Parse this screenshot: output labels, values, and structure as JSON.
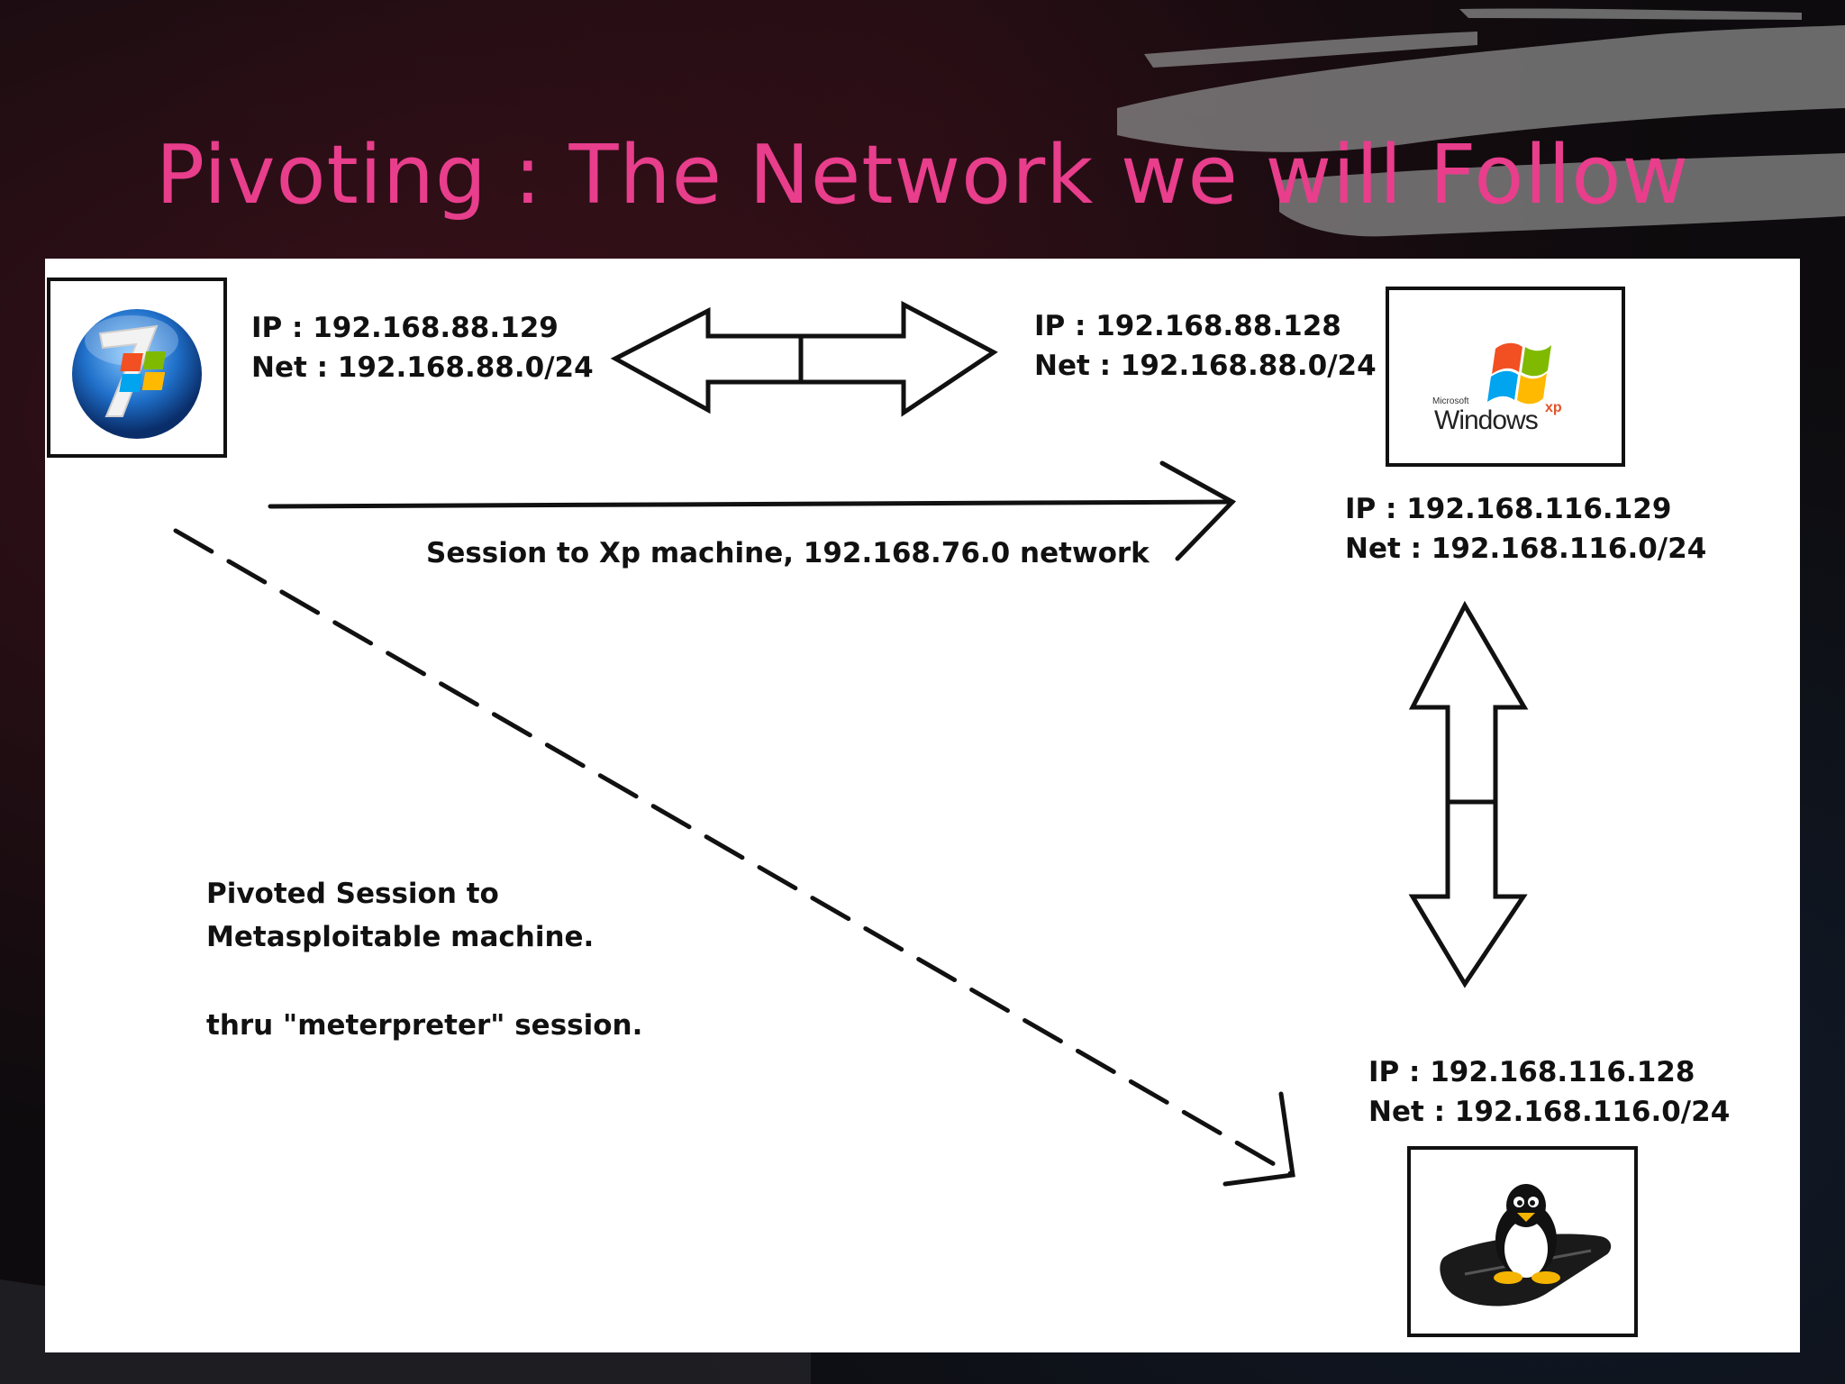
{
  "title": "Pivoting : The Network we will Follow",
  "colors": {
    "title": "#e83e8c",
    "panel": "#ffffff",
    "lines": "#111111"
  },
  "nodes": {
    "win7": {
      "icon": "windows-7-logo-icon",
      "ip": "IP : 192.168.88.129",
      "net": "Net : 192.168.88.0/24"
    },
    "winxp": {
      "icon": "windows-xp-logo-icon",
      "logo_small": "Microsoft",
      "logo_text": "Windows",
      "logo_sup": "xp",
      "ip_a": "IP : 192.168.88.128",
      "net_a": "Net : 192.168.88.0/24",
      "ip_b": "IP : 192.168.116.129",
      "net_b": "Net : 192.168.116.0/24"
    },
    "linux": {
      "icon": "linux-tux-icon",
      "ip": "IP : 192.168.116.128",
      "net": "Net : 192.168.116.0/24"
    }
  },
  "edges": {
    "session_label": "Session to Xp machine, 192.168.76.0 network",
    "pivot_line1": "Pivoted Session to",
    "pivot_line2": "Metasploitable machine.",
    "pivot_line3": "thru \"meterpreter\" session."
  }
}
